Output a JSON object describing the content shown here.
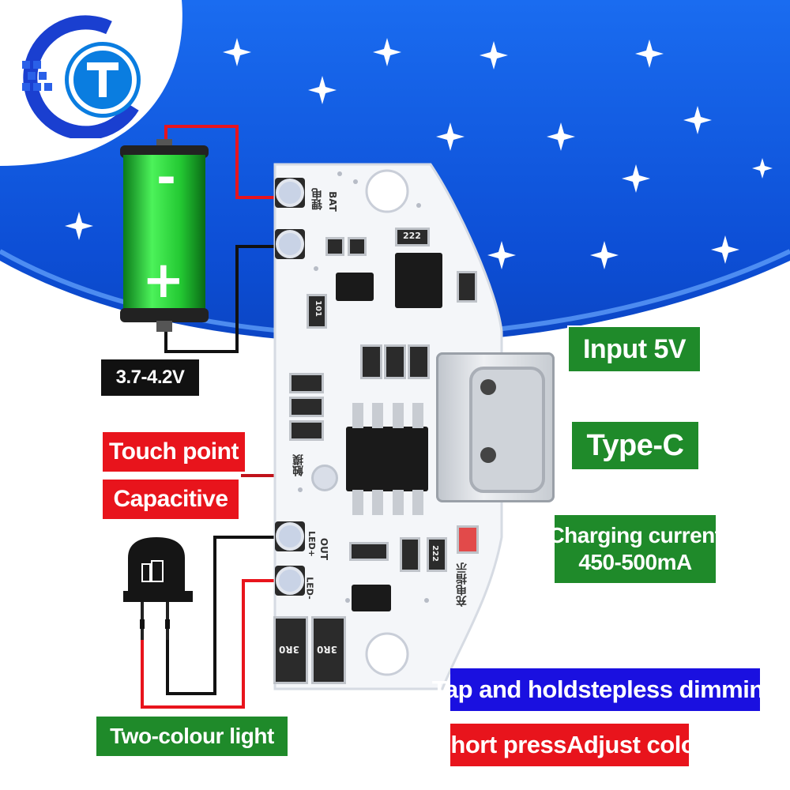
{
  "labels": {
    "voltage": "3.7-4.2V",
    "input": "Input 5V",
    "type_c": "Type-C",
    "charging_line1": "Charging current",
    "charging_line2": "450-500mA",
    "touch_point": "Touch point",
    "capacitive": "Capacitive",
    "two_colour": "Two-colour light",
    "tap_hold": "Tap and holdstepless dimming",
    "short_press": "Short pressAdjust color"
  },
  "battery": {
    "minus": "-",
    "plus": "+"
  },
  "silkscreen": {
    "bat": "BAT",
    "li_battery": "锂电",
    "touch": "触摸",
    "out": "OUT",
    "led_plus": "LED+",
    "led_minus": "LED-",
    "charge_indicator": "充电指示",
    "r222": "222",
    "r101": "101",
    "r3r0": "3R0"
  },
  "colors": {
    "sky": "#1a5fe0",
    "label_green": "#1f8a2a",
    "label_red": "#e8141c",
    "label_blue": "#1a10e0",
    "battery_green": "#2fd63a"
  },
  "icons": {
    "logo": "brand-logo-icon",
    "battery": "battery-icon",
    "led": "led-icon",
    "usb": "usb-c-connector-icon"
  }
}
